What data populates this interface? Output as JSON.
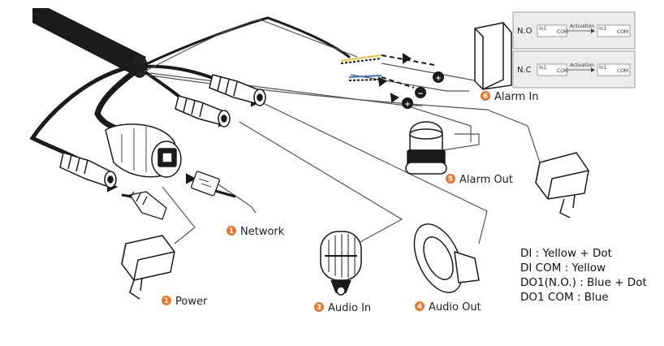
{
  "colors": {
    "badge": "#e8772e",
    "cable": "#1a1a1a",
    "wire": "#555555",
    "device_fill": "#ffffff",
    "yellow_wire": "#e8c53a",
    "blue_wire": "#3a72c4"
  },
  "labels": {
    "network": {
      "num": "1",
      "text": "Network"
    },
    "power": {
      "num": "1",
      "text": "Power"
    },
    "audio_in": {
      "num": "3",
      "text": "Audio In"
    },
    "audio_out": {
      "num": "4",
      "text": "Audio Out"
    },
    "alarm_out": {
      "num": "5",
      "text": "Alarm Out"
    },
    "alarm_in": {
      "num": "6",
      "text": "Alarm In"
    }
  },
  "legend": [
    "DI : Yellow + Dot",
    "DI COM : Yellow",
    "DO1(N.O.) : Blue + Dot",
    "DO1 COM : Blue"
  ],
  "alarm_panel": {
    "no": {
      "label": "N.O",
      "activation": "Activation",
      "in": "In1",
      "com": "COM"
    },
    "nc": {
      "label": "N.C",
      "activation": "Activation",
      "in": "In1",
      "com": "COM"
    }
  },
  "polarity": {
    "plus": "+",
    "minus": "−"
  }
}
